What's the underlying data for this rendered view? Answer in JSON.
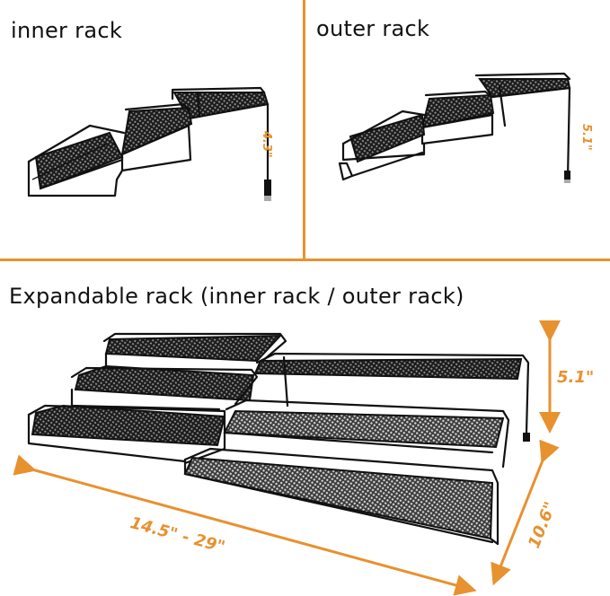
{
  "accent_color": "#e8912f",
  "inner": {
    "title": "inner rack",
    "height": "4.3\""
  },
  "outer": {
    "title": "outer rack",
    "height": "5.1\""
  },
  "expandable": {
    "title": "Expandable rack (inner rack / outer rack)",
    "height": "5.1\"",
    "depth": "10.6\"",
    "width": "14.5\" - 29\""
  }
}
